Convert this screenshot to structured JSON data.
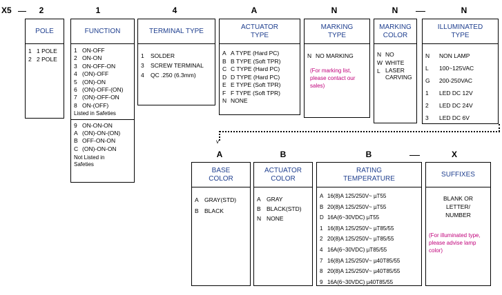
{
  "prefix": "X5",
  "top_codes": [
    "2",
    "1",
    "4",
    "A",
    "N",
    "N",
    "N"
  ],
  "bottom_codes": [
    "A",
    "B",
    "B",
    "X"
  ],
  "pole": {
    "title": "POLE",
    "items": [
      {
        "k": "1",
        "v": "1 POLE"
      },
      {
        "k": "2",
        "v": "2 POLE"
      }
    ]
  },
  "function": {
    "title": "FUNCTION",
    "items": [
      {
        "k": "1",
        "v": "ON-OFF"
      },
      {
        "k": "2",
        "v": "ON-ON"
      },
      {
        "k": "3",
        "v": "ON-OFF-ON"
      },
      {
        "k": "4",
        "v": "(ON)-OFF"
      },
      {
        "k": "5",
        "v": "(ON)-ON"
      },
      {
        "k": "6",
        "v": "(ON)-OFF-(ON)"
      },
      {
        "k": "7",
        "v": "(ON)-OFF-ON"
      },
      {
        "k": "8",
        "v": "ON-(OFF)"
      }
    ],
    "listed_label": "Listed in Safeties",
    "items2": [
      {
        "k": "9",
        "v": "ON-ON-ON"
      },
      {
        "k": "A",
        "v": "(ON)-ON-(ON)"
      },
      {
        "k": "B",
        "v": "OFF-ON-ON"
      },
      {
        "k": "C",
        "v": "(ON)-ON-ON"
      }
    ],
    "not_listed_label": "Not Listed in Safeties"
  },
  "terminal": {
    "title": "TERMINAL TYPE",
    "items": [
      {
        "k": "1",
        "v": "SOLDER"
      },
      {
        "k": "3",
        "v": "SCREW TERMINAL"
      },
      {
        "k": "4",
        "v": "QC .250 (6.3mm)"
      }
    ]
  },
  "actuator_type": {
    "title": "ACTUATOR TYPE",
    "items": [
      {
        "k": "A",
        "v": "A TYPE (Hard PC)"
      },
      {
        "k": "B",
        "v": "B TYPE (Soft TPR)"
      },
      {
        "k": "C",
        "v": "C TYPE (Hard PC)"
      },
      {
        "k": "D",
        "v": "D TYPE (Hard PC)"
      },
      {
        "k": "E",
        "v": "E TYPE (Soft TPR)"
      },
      {
        "k": "F",
        "v": "F TYPE (Soft TPR)"
      },
      {
        "k": "N",
        "v": "NONE"
      }
    ]
  },
  "marking_type": {
    "title": "MARKING TYPE",
    "items": [
      {
        "k": "N",
        "v": "NO MARKING"
      }
    ],
    "note": "(For marking list, please contact our sales)"
  },
  "marking_color": {
    "title": "MARKING COLOR",
    "items": [
      {
        "k": "N",
        "v": "NO"
      },
      {
        "k": "W",
        "v": "WHITE"
      },
      {
        "k": "L",
        "v": "LASER CARVING"
      }
    ]
  },
  "illuminated": {
    "title": "ILLUMINATED TYPE",
    "items": [
      {
        "k": "N",
        "v": "NON LAMP"
      },
      {
        "k": "L",
        "v": "100~125VAC"
      },
      {
        "k": "G",
        "v": "200-250VAC"
      },
      {
        "k": "1",
        "v": "LED  DC  12V"
      },
      {
        "k": "2",
        "v": "LED  DC  24V"
      },
      {
        "k": "3",
        "v": "LED  DC  6V"
      }
    ]
  },
  "base_color": {
    "title": "BASE COLOR",
    "items": [
      {
        "k": "A",
        "v": "GRAY(STD)"
      },
      {
        "k": "B",
        "v": "BLACK"
      }
    ]
  },
  "actuator_color": {
    "title": "ACTUATOR COLOR",
    "items": [
      {
        "k": "A",
        "v": "GRAY"
      },
      {
        "k": "B",
        "v": "BLACK(STD)"
      },
      {
        "k": "N",
        "v": "NONE"
      }
    ]
  },
  "rating": {
    "title": "RATING TEMPERATURE",
    "items": [
      {
        "k": "A",
        "v": "16(8)A 125/250V~ µT55"
      },
      {
        "k": "B",
        "v": "20(8)A 125/250V~ µT55"
      },
      {
        "k": "D",
        "v": "16A(6~30VDC) µT55"
      },
      {
        "k": "1",
        "v": "16(8)A 125/250V~ µT85/55"
      },
      {
        "k": "2",
        "v": "20(8)A 125/250V~ µT85/55"
      },
      {
        "k": "4",
        "v": "16A(6~30VDC) µT85/55"
      },
      {
        "k": "7",
        "v": "16(8)A 125/250V~ µ40T85/55"
      },
      {
        "k": "8",
        "v": "20(8)A 125/250V~ µ40T85/55"
      },
      {
        "k": "9",
        "v": "16A(6~30VDC) µ40T85/55"
      }
    ]
  },
  "suffixes": {
    "title": "SUFFIXES",
    "text": "BLANK OR LETTER/ NUMBER",
    "note": "(For illuminated type, please advise lamp color)"
  },
  "colors": {
    "header_text": "#1f3f8f",
    "note_text": "#c0007a"
  }
}
